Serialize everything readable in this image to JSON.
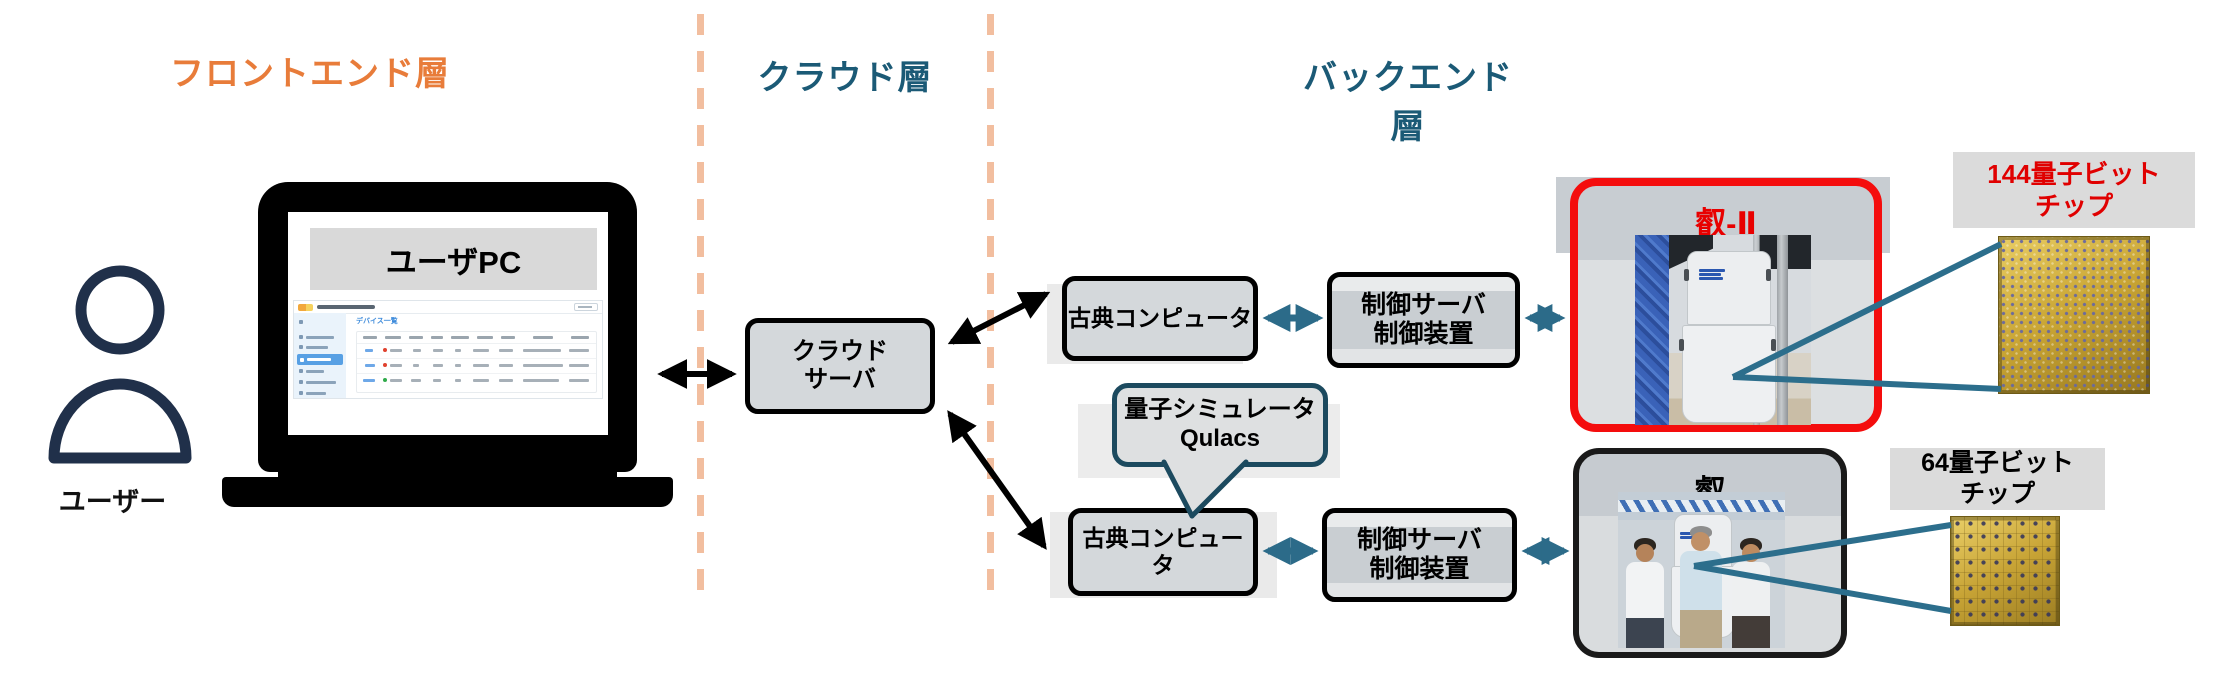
{
  "headings": {
    "frontend": "フロントエンド層",
    "cloud": "クラウド層",
    "backend": "バックエンド層"
  },
  "frontend": {
    "user_label": "ユーザー",
    "user_pc_label": "ユーザPC",
    "screen_title": "デバイス一覧"
  },
  "cloud": {
    "server_lines": [
      "クラウド",
      "サーバ"
    ]
  },
  "backend": {
    "classical_top": "古典コンピュータ",
    "classical_bottom": "古典コンピュータ",
    "control_top_lines": [
      "制御サーバ",
      "制御装置"
    ],
    "control_bottom_lines": [
      "制御サーバ",
      "制御装置"
    ],
    "simulator_lines": [
      "量子シミュレータ",
      "Qulacs"
    ],
    "machine_top": {
      "name": "叡-Ⅱ",
      "chip_label_lines": [
        "144量子ビット",
        "チップ"
      ]
    },
    "machine_bottom": {
      "name": "叡",
      "chip_label_lines": [
        "64量子ビット",
        "チップ"
      ]
    }
  },
  "colors": {
    "frontend_heading": "#E87C3A",
    "backend_heading": "#1B5A76",
    "separator_dash": "#F2BE9F",
    "arrow_black": "#000000",
    "arrow_teal": "#2C6B89",
    "machine_red": "#F40D0D",
    "box_fill": "#D4D8DB"
  }
}
